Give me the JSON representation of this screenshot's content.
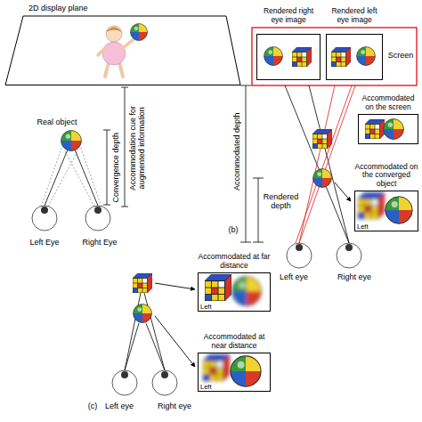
{
  "diagram": {
    "nodes": [
      {
        "text": [
          "2D display plane"
        ]
      },
      {
        "text": [
          "Rendered right eye image"
        ]
      },
      {
        "text": [
          "Rendered left eye image"
        ]
      },
      {
        "text": [
          "Accommodated on the screen"
        ]
      },
      {
        "text": [
          "Accommodated on the converged object",
          "Left"
        ]
      },
      {
        "text": [
          "Accommodated at far distance",
          "Left"
        ]
      },
      {
        "text": [
          "Accommodated at near distance",
          "Left"
        ]
      }
    ],
    "labels": [
      "Real object",
      "Convergence depth",
      "Accommodation cue for augmented information",
      "Left Eye",
      "Right Eye",
      "Screen",
      "Accommodated depth",
      "Rendered depth",
      "Left eye",
      "Right eye",
      "(b)",
      "Left eye",
      "Right eye",
      "(c)"
    ]
  }
}
